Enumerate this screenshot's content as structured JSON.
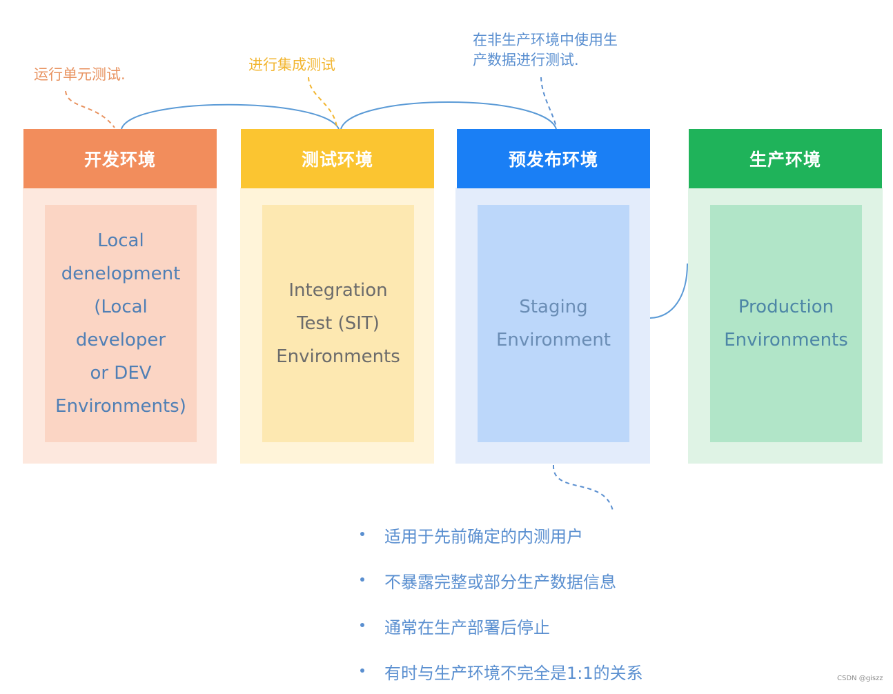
{
  "annotations": {
    "unit_test": "运行单元测试.",
    "integration_test": "进行集成测试",
    "staging_note": "在非生产环境中使用生\n产数据进行测试."
  },
  "columns": [
    {
      "header": "开发环境",
      "body": "Local\ndenelopment\n(Local\ndeveloper\nor DEV\nEnvironments)"
    },
    {
      "header": "测试环境",
      "body": "Integration\nTest (SIT)\nEnvironments"
    },
    {
      "header": "预发布环境",
      "body": "Staging\nEnvironment"
    },
    {
      "header": "生产环境",
      "body": "Production\nEnvironments"
    }
  ],
  "bullets": [
    "适用于先前确定的内测用户",
    "不暴露完整或部分生产数据信息",
    "通常在生产部署后停止",
    "有时与生产环境不完全是1:1的关系"
  ],
  "colors": {
    "dev": {
      "header": "#f28d5c",
      "outer": "#fde8de",
      "inner": "#fbd5c4",
      "text": "#4f7fb5"
    },
    "test": {
      "header": "#fbc531",
      "outer": "#fff4d9",
      "inner": "#fde8b1",
      "text": "#6b6b6b"
    },
    "staging": {
      "header": "#1a7ff5",
      "outer": "#e3ecfb",
      "inner": "#bcd7fa",
      "text": "#6a8db5"
    },
    "prod": {
      "header": "#1fb35a",
      "outer": "#dff3e5",
      "inner": "#b1e5c8",
      "text": "#4d86a6"
    },
    "connector": "#5a9ad6",
    "annotation_orange": "#e8925f",
    "annotation_yellow": "#f2b52f",
    "annotation_blue": "#5a8fd0"
  },
  "credit": "CSDN @giszz"
}
